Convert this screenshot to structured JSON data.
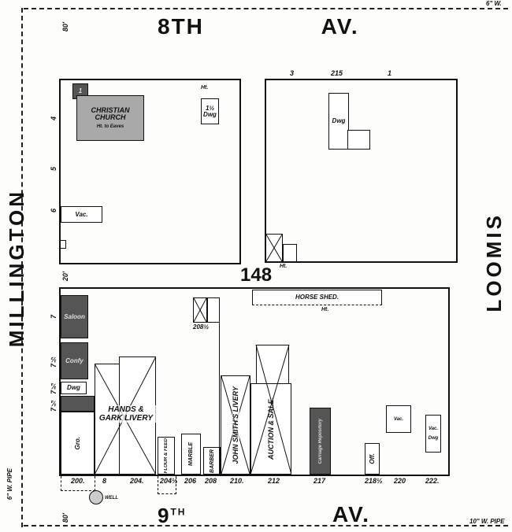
{
  "streets": {
    "north": "8TH AV.",
    "north_ord": "8",
    "north_sup": "TH",
    "north_av": "AV.",
    "south_ord": "9",
    "south_sup": "TH",
    "south_av": "AV.",
    "west": "MILLINGTON",
    "east": "LOOMIS"
  },
  "block_number": "148",
  "pipes": {
    "west": "6\" W. PIPE",
    "south": "10\" W. PIPE",
    "north": "6\" W."
  },
  "dimensions": {
    "top": "80'",
    "middle": "20'",
    "bottom": "80'"
  },
  "north_block": {
    "church": {
      "name": "CHRISTIAN CHURCH",
      "note": "Ht. to Eaves"
    },
    "church_tower": "1",
    "dwelling_ne": {
      "stories": "1½",
      "use": "Dwg",
      "label": "Ht."
    },
    "vacant": "Vac.",
    "lot_numbers": [
      "4",
      "5",
      "6"
    ],
    "ne_lot_numbers": [
      "3",
      "215",
      "1"
    ],
    "dwelling_ne_block": "Dwg",
    "small_label": "Ht."
  },
  "south_block": {
    "horse_shed": "HORSE SHED.",
    "horse_shed_note": "Ht.",
    "livery1": "HANDS & GARK LIVERY",
    "livery2": "JOHN SMITH'S LIVERY",
    "auction": "AUCTION & SALE.",
    "flour": "FLOUR & FEED",
    "marble": "MARBLE",
    "barber": "BARBER",
    "grocery": "Gro.",
    "dwg": "Dwg",
    "saloon": "Saloon",
    "confy": "Confy",
    "carriage": "Carriage Repository",
    "office": "Off.",
    "vac": "Vac.",
    "vac2": "Vac.",
    "dwg2": "Dwg",
    "rear": "208½",
    "lot_numbers": [
      "7",
      "7½",
      "7¾",
      "7¼"
    ],
    "addresses": [
      "200.",
      "8",
      "204.",
      "204½",
      "206",
      "208",
      "210.",
      "212",
      "217",
      "218½",
      "220",
      "222."
    ],
    "well": "WELL"
  }
}
